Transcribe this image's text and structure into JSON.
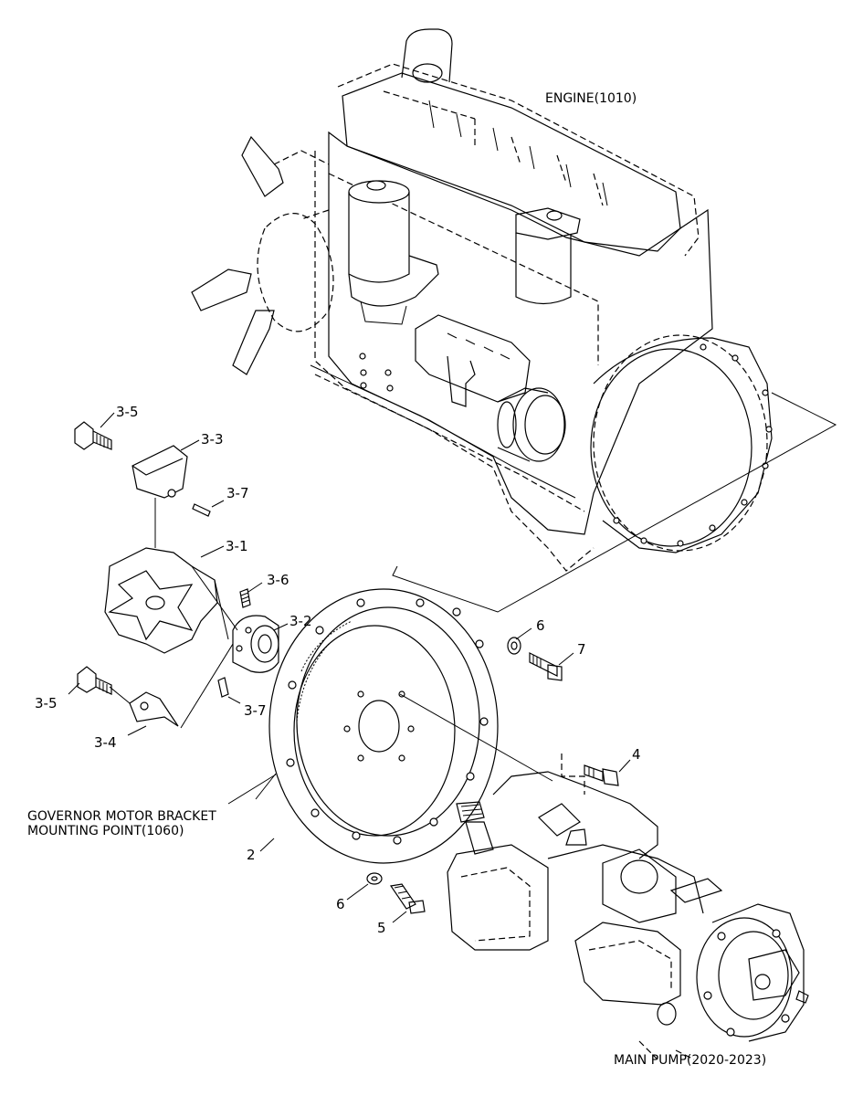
{
  "labels": {
    "engine": "ENGINE(1010)",
    "main_pump": "MAIN PUMP(2020-2023)",
    "governor": "GOVERNOR MOTOR BRACKET\nMOUNTING POINT(1060)",
    "p3_5_top": "3-5",
    "p3_3": "3-3",
    "p3_7_top": "3-7",
    "p3_1": "3-1",
    "p3_6": "3-6",
    "p3_2": "3-2",
    "p3_5_bot": "3-5",
    "p3_7_bot": "3-7",
    "p3_4": "3-4",
    "p2": "2",
    "p6_top": "6",
    "p7": "7",
    "p4": "4",
    "p6_bot": "6",
    "p5": "5"
  }
}
